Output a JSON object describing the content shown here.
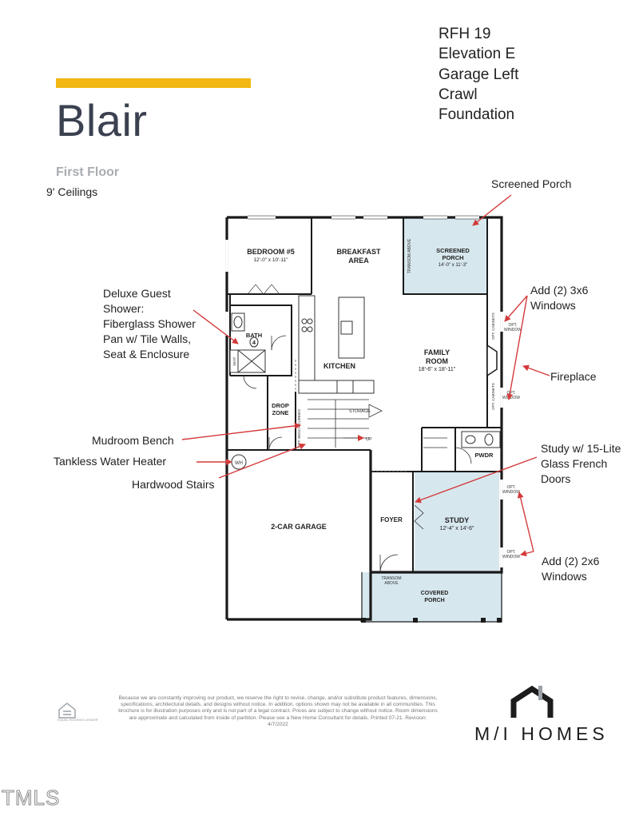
{
  "header": {
    "title": "Blair",
    "subtitle": "First Floor",
    "ceilings": "9' Ceilings",
    "spec_lines": [
      "RFH 19",
      "Elevation E",
      "Garage Left",
      "Crawl",
      "Foundation"
    ],
    "accent_color": "#f2b713"
  },
  "rooms": {
    "bedroom5": {
      "name": "BEDROOM #5",
      "dims": "12'-0\" x 10'-11\""
    },
    "breakfast": {
      "name_line1": "BREAKFAST",
      "name_line2": "AREA"
    },
    "screened_porch": {
      "name_line1": "SCREENED",
      "name_line2": "PORCH",
      "dims": "14'-0\" x 11'-3\""
    },
    "bath4": {
      "name_line1": "BATH",
      "name_line2": "4"
    },
    "kitchen": {
      "name": "KITCHEN"
    },
    "family": {
      "name_line1": "FAMILY",
      "name_line2": "ROOM",
      "dims": "18'-6\" x 18'-11\""
    },
    "drop_zone": {
      "name_line1": "DROP",
      "name_line2": "ZONE"
    },
    "storage": {
      "name": "STORAGE"
    },
    "pwdr": {
      "name": "PWDR"
    },
    "garage": {
      "name": "2-CAR GARAGE"
    },
    "foyer": {
      "name": "FOYER"
    },
    "study": {
      "name": "STUDY",
      "dims": "12'-4\" x 14'-6\""
    },
    "covered_porch": {
      "name_line1": "COVERED",
      "name_line2": "PORCH"
    }
  },
  "plan_labels": {
    "transom_above": "TRANSOM ABOVE",
    "transom_line1": "TRANSOM",
    "transom_line2": "ABOVE",
    "opt_cabinets": "OPT. CABINETS",
    "opt": "OPT.",
    "window": "WINDOW",
    "bench_cubbies": "OPT. BENCH/CUBBIES",
    "seat": "SEAT",
    "up": "UP",
    "wh": "WH"
  },
  "annotations": {
    "screened_porch": "Screened Porch",
    "deluxe_shower": [
      "Deluxe Guest",
      "Shower:",
      "Fiberglass Shower",
      "Pan w/ Tile Walls,",
      "Seat & Enclosure"
    ],
    "add_3x6": [
      "Add (2) 3x6",
      "Windows"
    ],
    "fireplace": "Fireplace",
    "mudroom": "Mudroom Bench",
    "tankless": "Tankless Water Heater",
    "stairs": "Hardwood Stairs",
    "study_doors": [
      "Study w/ 15-Lite",
      "Glass French",
      "Doors"
    ],
    "add_2x6": [
      "Add (2) 2x6",
      "Windows"
    ],
    "arrow_color": "#d33a3a"
  },
  "footer": {
    "disclaimer": "Because we are constantly improving our product, we reserve the right to revise, change, and/or substitute product features, dimensions, specifications, architectural details, and designs without notice. In addition, options shown may not be available in all communities. This brochure is for illustration purposes only and is not part of a legal contract. Prices are subject to change without notice. Room dimensions are approximate and calculated from inside of partition. Please see a New Home Consultant for details. Printed 07-21. Revision: 4/7/2022",
    "brand": "M/I HOMES",
    "equal_housing": "EQUAL HOUSING LENDER",
    "watermark": "TMLS"
  }
}
